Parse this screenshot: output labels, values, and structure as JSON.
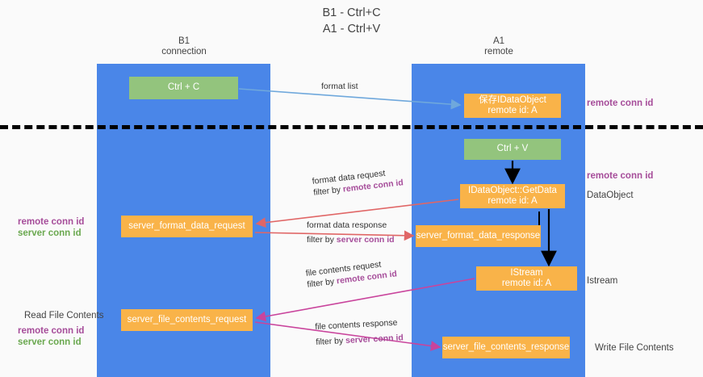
{
  "title": {
    "line1": "B1 - Ctrl+C",
    "line2": "A1 - Ctrl+V"
  },
  "lanes": [
    {
      "id": "b1",
      "name": "B1",
      "sub": "connection",
      "color": "#4a86e8"
    },
    {
      "id": "a1",
      "name": "A1",
      "sub": "remote",
      "color": "#4a86e8"
    }
  ],
  "nodes": {
    "ctrl_c": "Ctrl + C",
    "save_idataobject_line1": "保存IDataObject",
    "save_idataobject_line2": "remote id: A",
    "ctrl_v": "Ctrl + V",
    "getdata_line1": "IDataObject::GetData",
    "getdata_line2": "remote id: A",
    "server_format_data_request": "server_format_data_request",
    "server_format_data_response": "server_format_data_response",
    "istream_line1": "IStream",
    "istream_line2": "remote id: A",
    "server_file_contents_request": "server_file_contents_request",
    "server_file_contents_response": "server_file_contents_response"
  },
  "edge_labels": {
    "format_list": "format list",
    "format_data_request": "format data request",
    "format_data_request_filter_prefix": "filter by ",
    "format_data_request_filter_key": "remote conn id",
    "format_data_response": "format data response",
    "format_data_response_filter_prefix": "filter by ",
    "format_data_response_filter_key": "server conn id",
    "file_contents_request": "file contents request",
    "file_contents_request_filter_prefix": "filter by ",
    "file_contents_request_filter_key": "remote conn id",
    "file_contents_response": "file contents response",
    "file_contents_response_filter_prefix": "filter by ",
    "file_contents_response_filter_key": "server conn id"
  },
  "side_labels": {
    "dataobject": "DataObject",
    "istream": "Istream",
    "write_file_contents": "Write File Contents",
    "read_file_contents": "Read File Contents"
  },
  "conn_labels": {
    "remote_top": "remote conn id",
    "remote_mid": "remote conn id",
    "left_remote_1": "remote conn id",
    "left_server_1": "server conn id",
    "left_remote_2": "remote conn id",
    "left_server_2": "server conn id"
  },
  "colors": {
    "lane": "#4a86e8",
    "node_green": "#93c47d",
    "node_orange": "#f9b349",
    "remote_conn": "#a64d9a",
    "server_conn": "#6aa84f",
    "arrow_blue": "#6fa8dc",
    "arrow_red": "#e06666",
    "arrow_magenta": "#c9449c",
    "arrow_black": "#000000",
    "divider": "#000000",
    "text": "#434343",
    "background": "#fafafa"
  }
}
